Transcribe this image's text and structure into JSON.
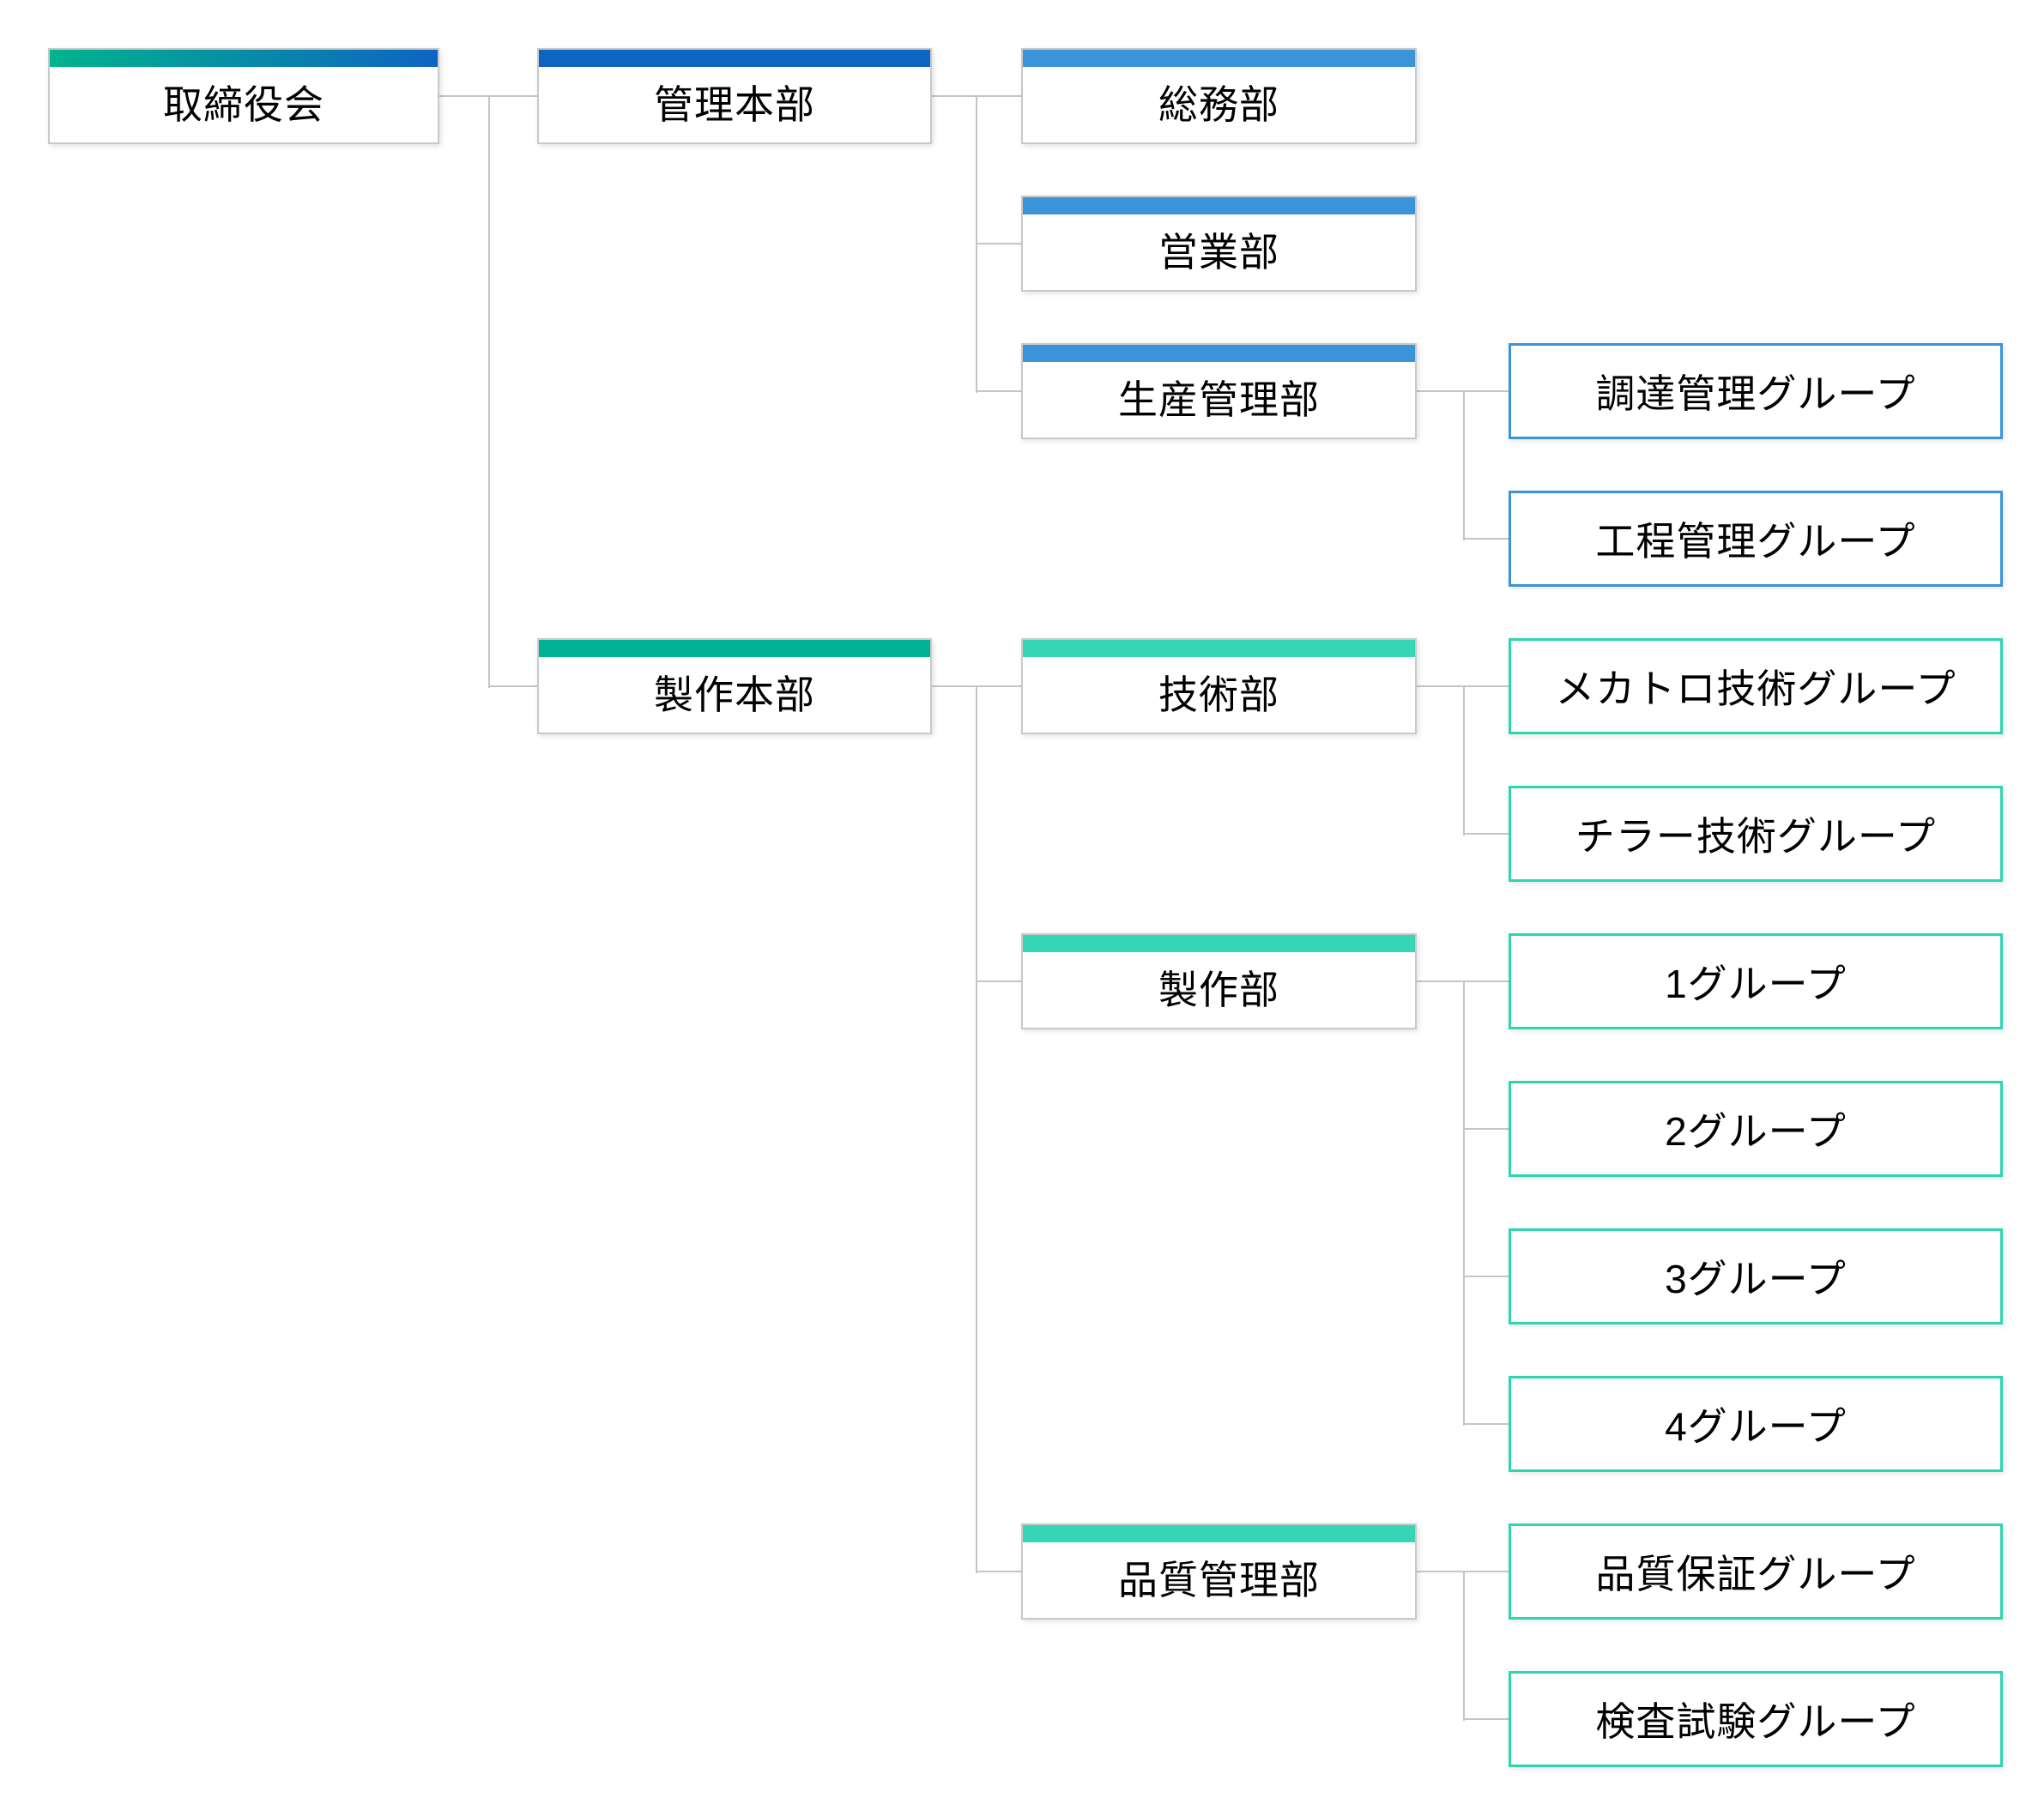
{
  "diagram": {
    "type": "org-chart",
    "language": "ja",
    "colors": {
      "root_bar_gradient_start": "#00b48c",
      "root_bar_gradient_end": "#0e64c2",
      "blue_dark_bar": "#0e64c2",
      "blue_light_bar": "#3b93d8",
      "teal_dark_bar": "#00b194",
      "teal_light_bar": "#35d5b5",
      "outline_blue": "#3b93d8",
      "outline_teal": "#2fd4b0",
      "box_border": "#c9c9c9",
      "connector": "#c5c5c5",
      "text": "#000000",
      "background": "#ffffff"
    }
  },
  "nodes": [
    {
      "id": "board",
      "label": "取締役会",
      "level": 1,
      "style": "gradient",
      "parent": null
    },
    {
      "id": "admin-hq",
      "label": "管理本部",
      "level": 2,
      "style": "blue-dark",
      "parent": "board"
    },
    {
      "id": "general-affairs-dept",
      "label": "総務部",
      "level": 3,
      "style": "blue-light",
      "parent": "admin-hq"
    },
    {
      "id": "sales-dept",
      "label": "営業部",
      "level": 3,
      "style": "blue-light",
      "parent": "admin-hq"
    },
    {
      "id": "production-control-dept",
      "label": "生産管理部",
      "level": 3,
      "style": "blue-light",
      "parent": "admin-hq"
    },
    {
      "id": "procurement-group",
      "label": "調達管理グループ",
      "level": 4,
      "style": "outline-blue",
      "parent": "production-control-dept"
    },
    {
      "id": "process-control-group",
      "label": "工程管理グループ",
      "level": 4,
      "style": "outline-blue",
      "parent": "production-control-dept"
    },
    {
      "id": "manufacturing-hq",
      "label": "製作本部",
      "level": 2,
      "style": "teal-dark",
      "parent": "board"
    },
    {
      "id": "engineering-dept",
      "label": "技術部",
      "level": 3,
      "style": "teal-light",
      "parent": "manufacturing-hq"
    },
    {
      "id": "mechatronics-group",
      "label": "メカトロ技術グループ",
      "level": 4,
      "style": "outline-teal",
      "parent": "engineering-dept"
    },
    {
      "id": "chiller-group",
      "label": "チラー技術グループ",
      "level": 4,
      "style": "outline-teal",
      "parent": "engineering-dept"
    },
    {
      "id": "manufacturing-dept",
      "label": "製作部",
      "level": 3,
      "style": "teal-light",
      "parent": "manufacturing-hq"
    },
    {
      "id": "group-1",
      "label": "1グループ",
      "level": 4,
      "style": "outline-teal",
      "parent": "manufacturing-dept"
    },
    {
      "id": "group-2",
      "label": "2グループ",
      "level": 4,
      "style": "outline-teal",
      "parent": "manufacturing-dept"
    },
    {
      "id": "group-3",
      "label": "3グループ",
      "level": 4,
      "style": "outline-teal",
      "parent": "manufacturing-dept"
    },
    {
      "id": "group-4",
      "label": "4グループ",
      "level": 4,
      "style": "outline-teal",
      "parent": "manufacturing-dept"
    },
    {
      "id": "quality-control-dept",
      "label": "品質管理部",
      "level": 3,
      "style": "teal-light",
      "parent": "manufacturing-hq"
    },
    {
      "id": "quality-assurance-group",
      "label": "品質保証グループ",
      "level": 4,
      "style": "outline-teal",
      "parent": "quality-control-dept"
    },
    {
      "id": "inspection-testing-group",
      "label": "検査試験グループ",
      "level": 4,
      "style": "outline-teal",
      "parent": "quality-control-dept"
    }
  ]
}
